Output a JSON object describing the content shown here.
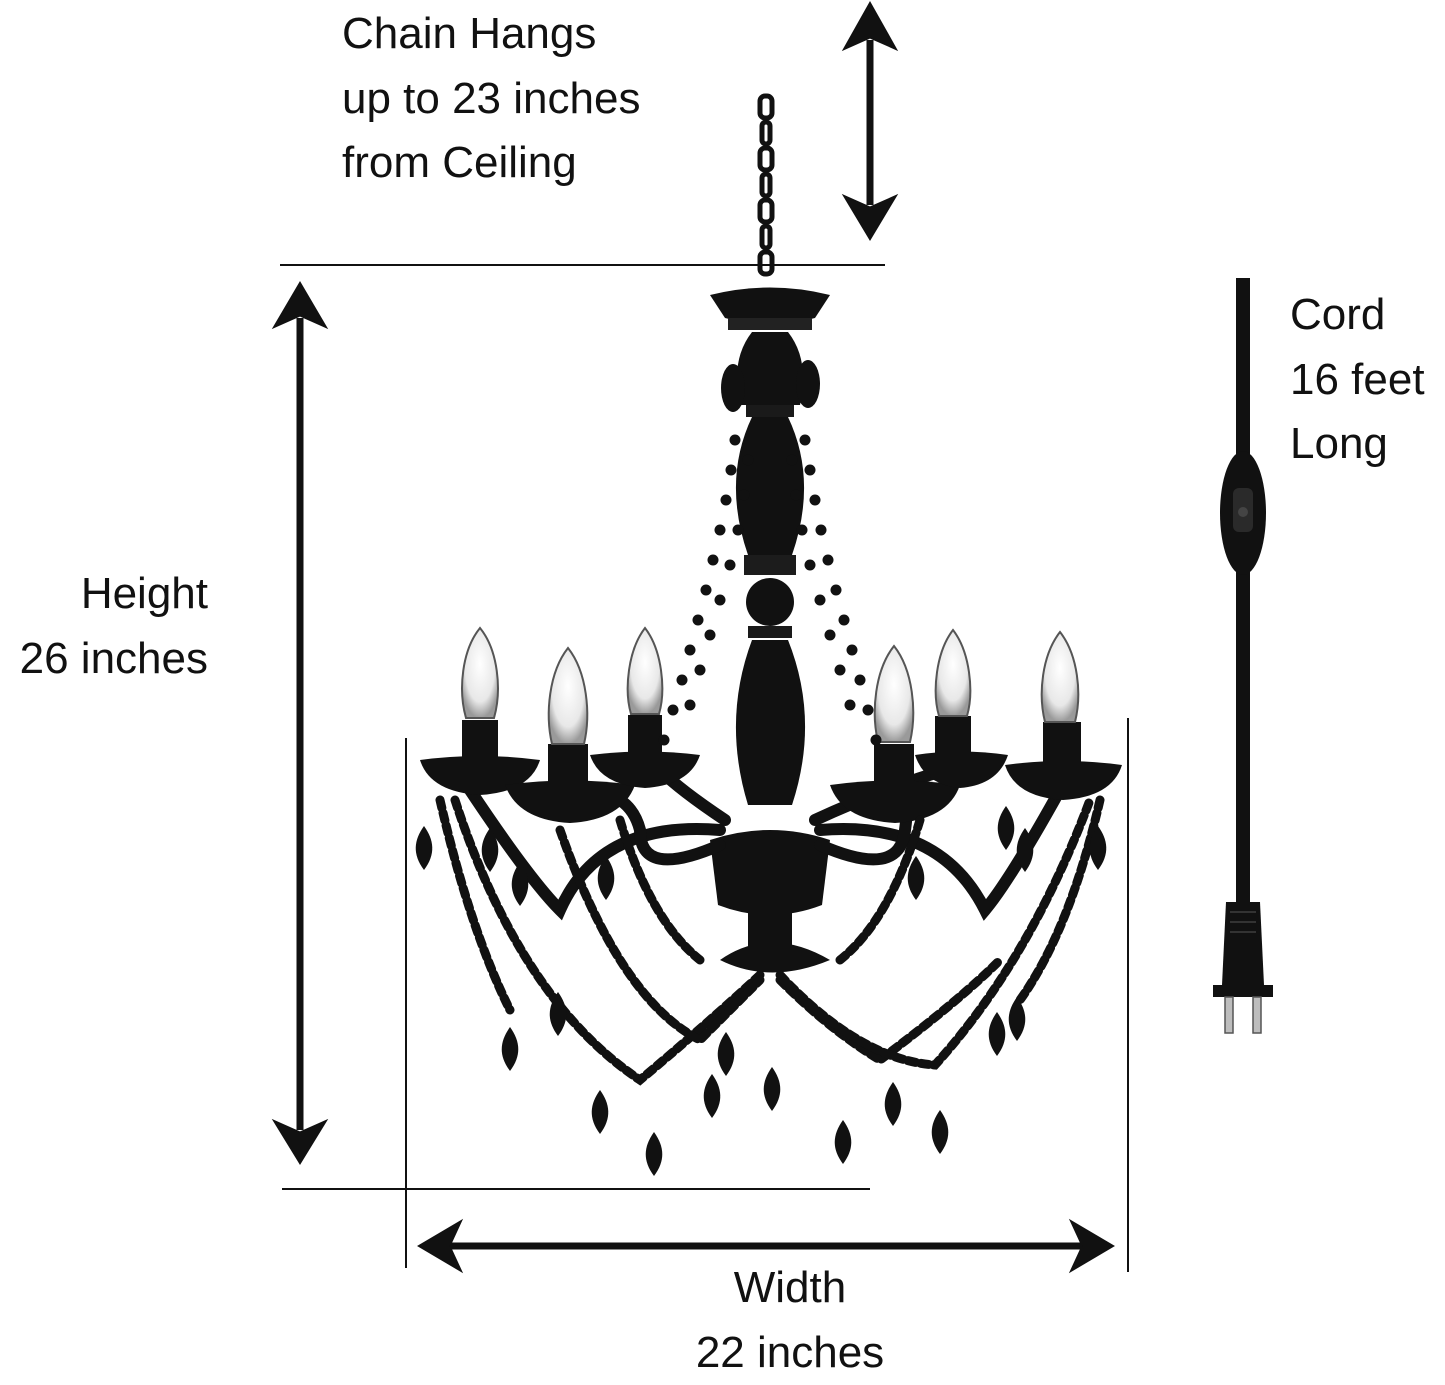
{
  "colors": {
    "ink": "#111111",
    "background": "#ffffff"
  },
  "labels": {
    "chain": [
      "Chain Hangs",
      "up to 23 inches",
      "from Ceiling"
    ],
    "height": [
      "Height",
      "26 inches"
    ],
    "cord": [
      "Cord",
      "16 feet",
      "Long"
    ],
    "width": [
      "Width",
      "22 inches"
    ]
  },
  "icons": {
    "chandelier": "chandelier-illustration",
    "plug": "plug-icon",
    "cord_switch": "inline-switch-icon"
  }
}
